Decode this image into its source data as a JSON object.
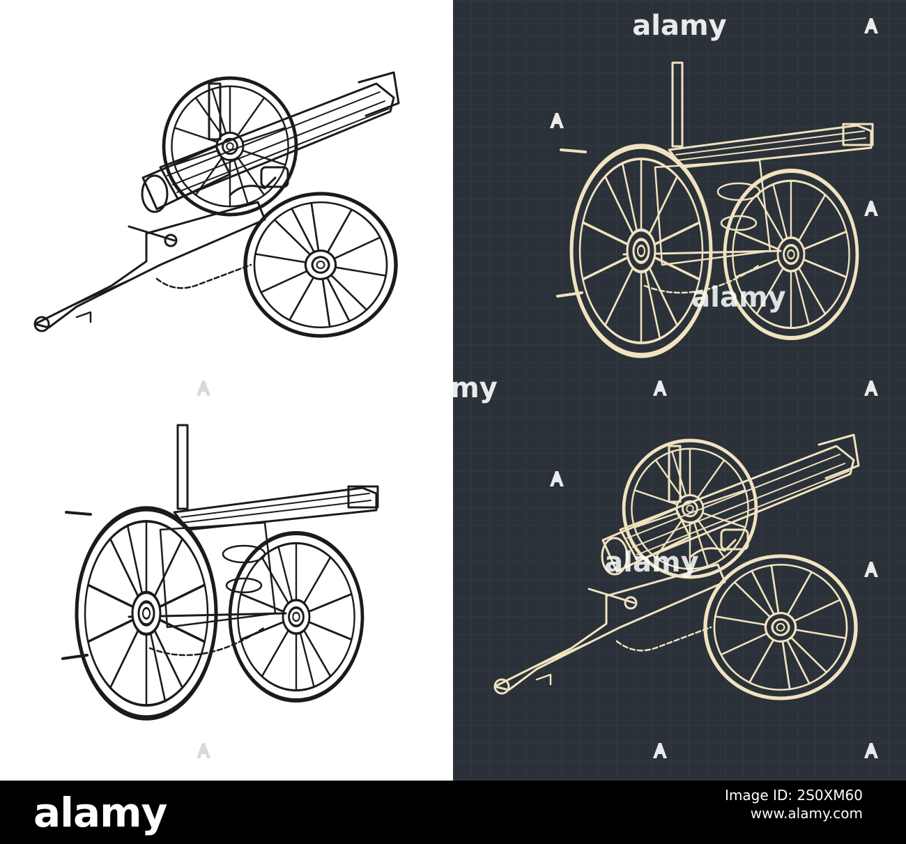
{
  "colors": {
    "white_panel": "#ffffff",
    "dark_panel": "#2b3138",
    "ink": "#1b1b1b",
    "blueprint_line": "#f1e3c0",
    "grid": "#3a424a",
    "footer_bg": "#000000",
    "footer_text": "#ffffff"
  },
  "watermark": {
    "text": "alamy",
    "fragment": "my",
    "icon": "alamy-a-logo-icon"
  },
  "footer": {
    "brand": "alamy",
    "image_id_label": "Image ID: 2S0XM60",
    "url": "www.alamy.com"
  },
  "drawings": [
    {
      "style": "ink-on-white",
      "view": "rear-three-quarter"
    },
    {
      "style": "ink-on-white",
      "view": "front-three-quarter"
    },
    {
      "style": "blueprint",
      "view": "front-three-quarter"
    },
    {
      "style": "blueprint",
      "view": "rear-three-quarter"
    }
  ]
}
